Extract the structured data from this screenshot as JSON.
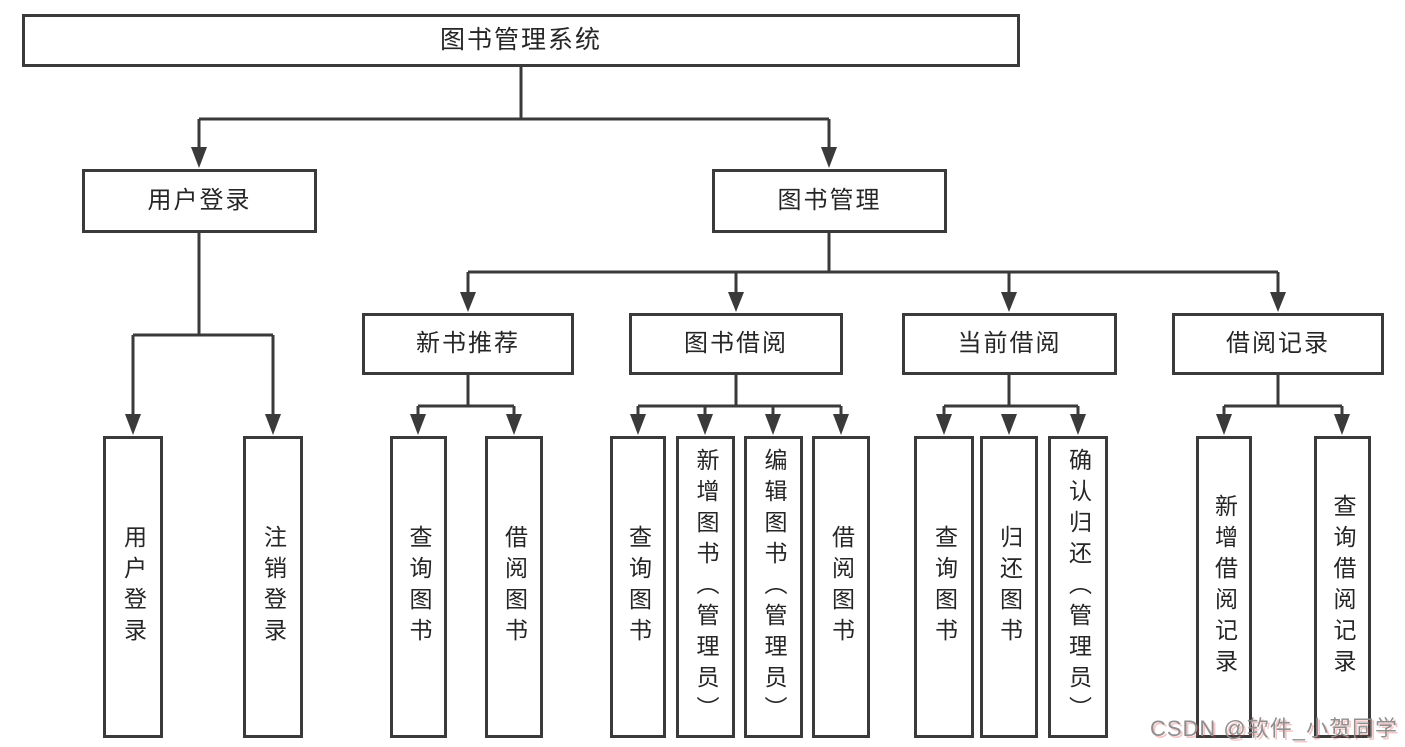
{
  "diagram": {
    "root": {
      "label": "图书管理系统"
    },
    "level2": [
      {
        "label": "用户登录"
      },
      {
        "label": "图书管理"
      }
    ],
    "level3": [
      {
        "label": "新书推荐"
      },
      {
        "label": "图书借阅"
      },
      {
        "label": "当前借阅"
      },
      {
        "label": "借阅记录"
      }
    ],
    "leaves": {
      "user_login": [
        "用户登录",
        "注销登录"
      ],
      "new_book_rec": [
        "查询图书",
        "借阅图书"
      ],
      "book_borrow": [
        "查询图书",
        "新增图书（管理员）",
        "编辑图书（管理员）",
        "借阅图书"
      ],
      "current_borrow": [
        "查询图书",
        "归还图书",
        "确认归还（管理员）"
      ],
      "borrow_record": [
        "新增借阅记录",
        "查询借阅记录"
      ]
    }
  },
  "watermark": {
    "text": "CSDN @软件_小贺同学"
  },
  "colors": {
    "line": "#3a3a3a",
    "text": "#262626",
    "background": "#ffffff",
    "watermark_gray": "#8f8f8f",
    "watermark_shadow_red": "#d64444"
  }
}
